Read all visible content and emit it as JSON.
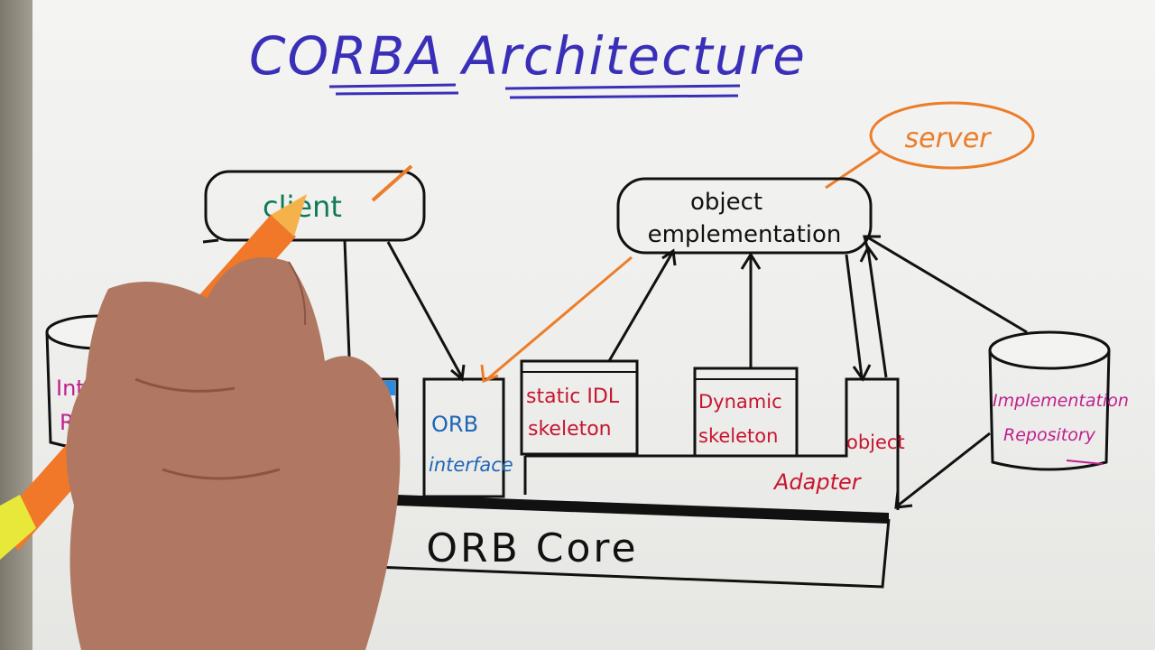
{
  "title": "CORBA Architecture",
  "server_label": "server",
  "boxes": {
    "client": "client",
    "object_impl_line1": "object",
    "object_impl_line2": "emplementation",
    "interface_repo_line1": "Inte",
    "interface_repo_line2": "Re",
    "orb_interface_line1": "ORB",
    "orb_interface_line2": "interface",
    "static_idl_line1": "static IDL",
    "static_idl_line2": "skeleton",
    "dynamic_skel_line1": "Dynamic",
    "dynamic_skel_line2": "skeleton",
    "object_adapter_line1": "object",
    "object_adapter_line2": "Adapter",
    "impl_repo_line1": "Implementation",
    "impl_repo_line2": "Repository",
    "orb_core": "ORB Core"
  },
  "colors": {
    "title": "#3a2fb8",
    "ink": "#111111",
    "client_text": "#0e7a5a",
    "orb_interface_text": "#1f66b5",
    "red_text": "#c8142e",
    "magenta_text": "#c0208e",
    "orange": "#ec7d2a"
  }
}
